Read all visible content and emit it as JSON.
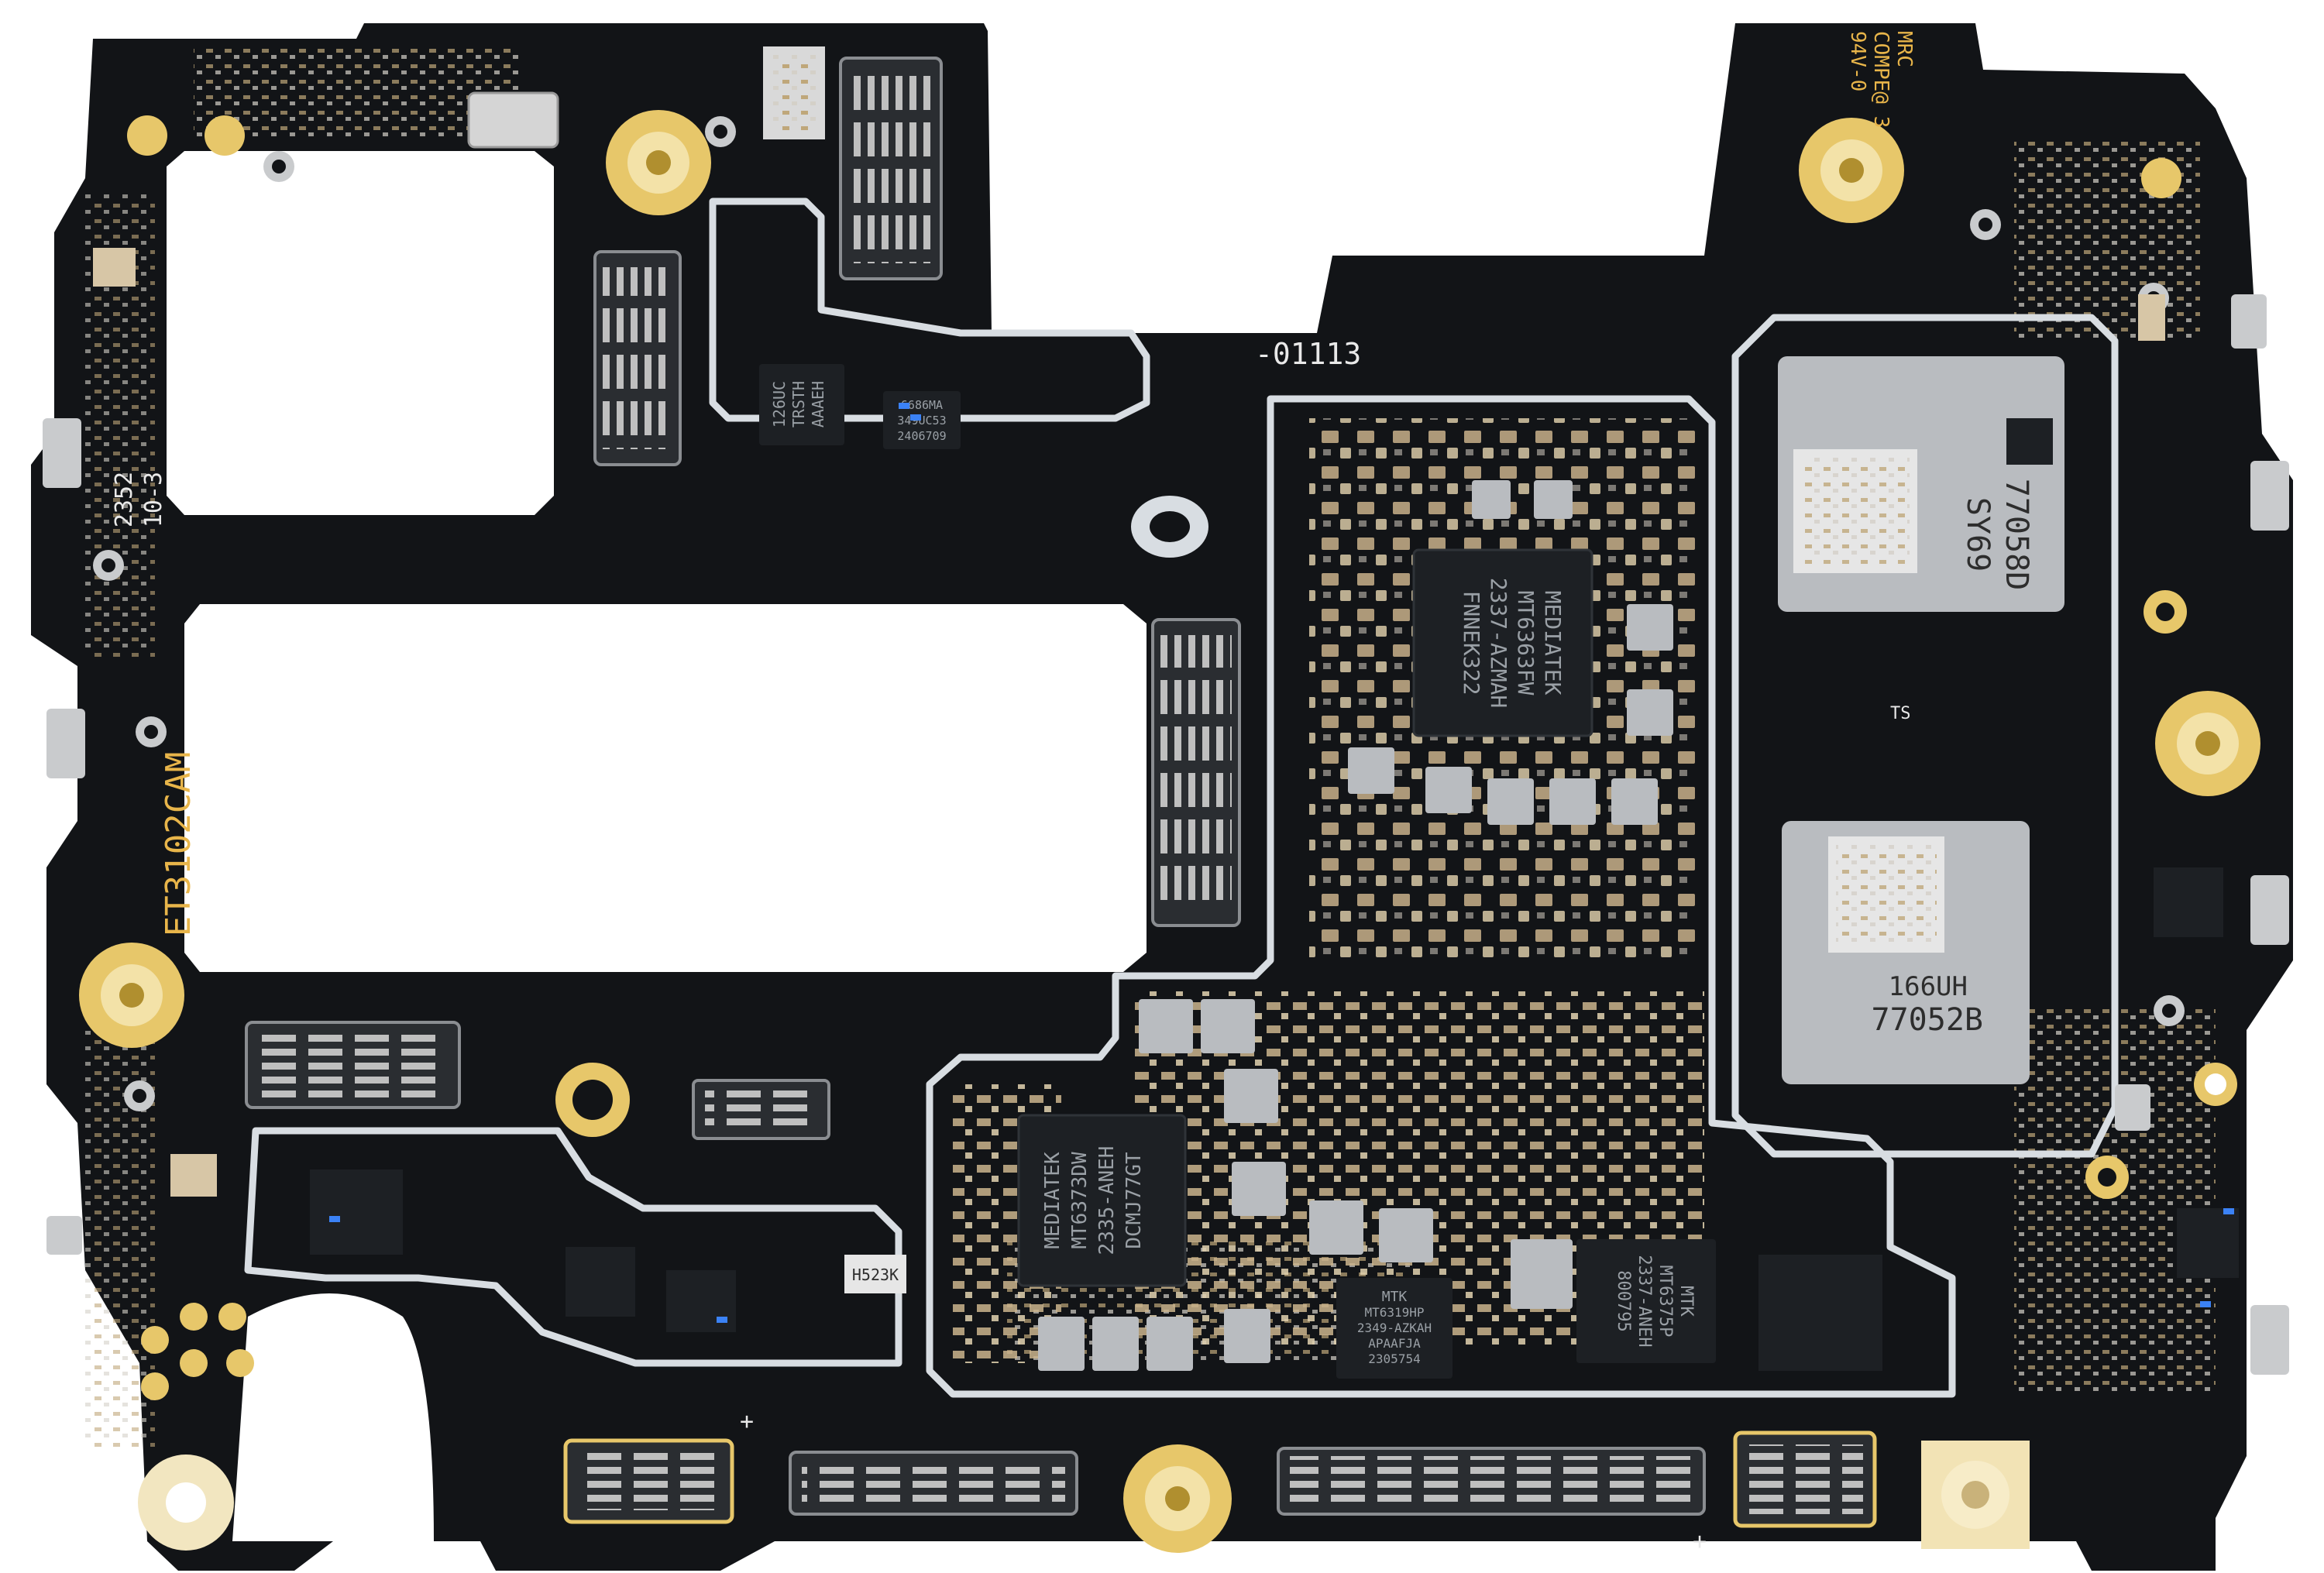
{
  "colors": {
    "board": "#121417",
    "board_edge": "#0a0b0d",
    "shield": "#d8dde2",
    "gold": "#e7c76a",
    "pad_light": "#c8b08a",
    "chip": "#1d2024",
    "chip_grey": "#b9bcc0",
    "silk_white": "#e9e9e9",
    "silk_yellow": "#e8b54a",
    "blue_cap": "#3b82f6"
  },
  "silkscreen": {
    "date_code": "2352",
    "rev_code": "10-3",
    "cam_label": "ET3102CAM",
    "part_number": "-01113",
    "cert_mrc": "MRC",
    "cert_compe": "COMPE@ 3",
    "cert_rating": "94V-0",
    "plus_1": "+",
    "plus_2": "+",
    "ts_label": "TS"
  },
  "chips": {
    "pmic_main": {
      "line1": "MEDIATEK",
      "line2": "MT6363FW",
      "line3": "2337-AZMAH",
      "line4": "FNNEK322"
    },
    "pmic_second": {
      "line1": "MEDIATEK",
      "line2": "MT6373DW",
      "line3": "2335-ANEH",
      "line4": "DCMJ77GT"
    },
    "mtk_small": {
      "line1": "MTK",
      "line2": "MT6319HP",
      "line3": "2349-AZKAH",
      "line4": "APAAFJA",
      "line5": "2305754"
    },
    "mtk_rotated": {
      "line1": "MTK",
      "line2": "MT6375P",
      "line3": "2337-ANEH",
      "line4": "800795"
    },
    "pa_top": {
      "line1": "77058D",
      "line2": "SY69"
    },
    "pa_bottom": {
      "line1": "77052B",
      "line2": "166UH"
    },
    "small_chip_1": {
      "line1": "126UC",
      "line2": "TRSTH",
      "line3": "AAAEH"
    },
    "small_chip_2": {
      "line1": "6686MA",
      "line2": "349UC53",
      "line3": "2406709"
    },
    "h523k": "H523K"
  }
}
